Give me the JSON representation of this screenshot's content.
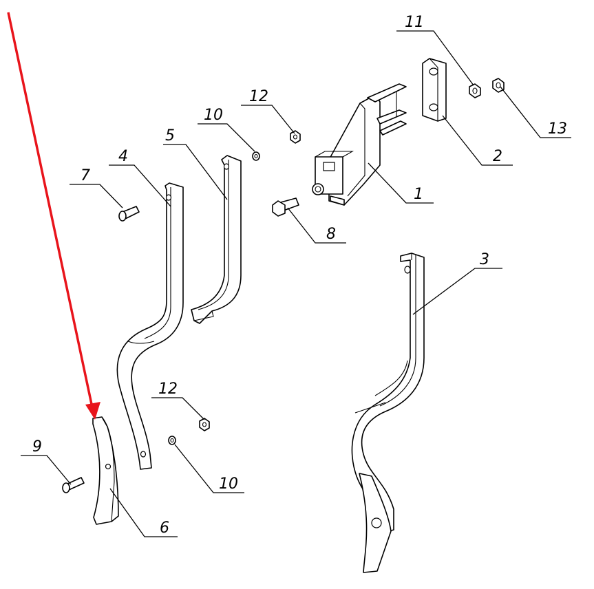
{
  "callouts": [
    {
      "id": "1",
      "label": "1"
    },
    {
      "id": "2",
      "label": "2"
    },
    {
      "id": "3",
      "label": "3"
    },
    {
      "id": "4",
      "label": "4"
    },
    {
      "id": "5",
      "label": "5"
    },
    {
      "id": "6",
      "label": "6"
    },
    {
      "id": "7",
      "label": "7"
    },
    {
      "id": "8",
      "label": "8"
    },
    {
      "id": "9",
      "label": "9"
    },
    {
      "id": "10a",
      "label": "10"
    },
    {
      "id": "10b",
      "label": "10"
    },
    {
      "id": "11",
      "label": "11"
    },
    {
      "id": "12a",
      "label": "12"
    },
    {
      "id": "12b",
      "label": "12"
    },
    {
      "id": "13",
      "label": "13"
    }
  ],
  "highlight": {
    "target": "6",
    "color": "#e8141b"
  },
  "colors": {
    "line": "#000000",
    "background": "#ffffff",
    "arrow": "#e8141b"
  }
}
